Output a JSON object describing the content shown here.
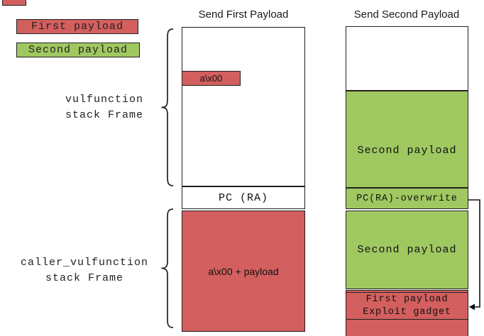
{
  "colors": {
    "payload_red": "#d35f5f",
    "payload_green": "#a0c860",
    "border": "#1f1f1f"
  },
  "legend": {
    "items": [
      {
        "label": "First payload",
        "color": "#d35f5f"
      },
      {
        "label": "Second payload",
        "color": "#a0c860"
      }
    ]
  },
  "frame_labels": {
    "vulfunction": {
      "line1": "vulfunction",
      "line2": "stack Frame"
    },
    "caller": {
      "line1": "caller_vulfunction",
      "line2": "stack Frame"
    }
  },
  "columns": {
    "first": {
      "title": "Send First Payload",
      "overflow_cell": "a\\x00",
      "pc_cell": "PC (RA)",
      "payload_cell": "a\\x00 + payload"
    },
    "second": {
      "title": "Send Second Payload",
      "payload_top": "Second payload",
      "pc_cell": "PC(RA)-overwrite",
      "payload_bottom": "Second payload",
      "gadget_line1": "First payload",
      "gadget_line2": "Exploit gadget"
    }
  }
}
